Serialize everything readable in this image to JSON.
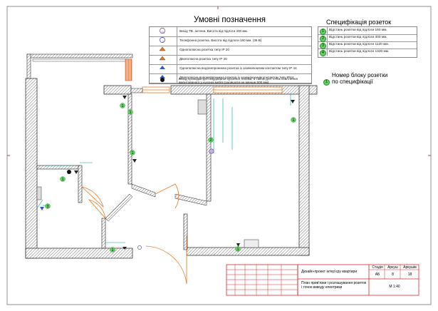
{
  "legend": {
    "title": "Умовні позначення",
    "rows": [
      {
        "symbol": "TV",
        "text": "Вихід ТВ. антени. Висота від підлоги 400 мм."
      },
      {
        "symbol": "T",
        "text": "Телефонна розетка. Висота від підлоги 160 мм. (36 В)"
      },
      {
        "symbol": "",
        "text": "Однополюсна розетка типу IP 20"
      },
      {
        "symbol": "",
        "text": "Двополюсна розетка типу IP 20"
      },
      {
        "symbol": "",
        "text": "Однополюсна водонепроникна розетка із заземлюючим контактом типу IP 44"
      },
      {
        "symbol": "",
        "text": "Двополюсна водонепроникна розетка із заземлюючим контактом типу IP44"
      },
      {
        "symbol": "",
        "text": "Вихід проводки для вбудованої кухонної техніки, а також для точок освітлення вмонтованого у кухонні меблі (залишати не менше 500 мм)"
      }
    ]
  },
  "spec": {
    "title": "Специфікація розеток",
    "rows": [
      {
        "num": "1",
        "text": "Відстань розетки від підлоги 160 мм."
      },
      {
        "num": "2",
        "text": "Відстань розетки від підлоги 400 мм."
      },
      {
        "num": "3",
        "text": "Відстань розетки від підлоги 1120 мм."
      },
      {
        "num": "4",
        "text": "Відстань розетки від підлоги 1320 мм."
      }
    ]
  },
  "block_note": {
    "num": "1",
    "line1": "Номер блоку розетки",
    "line2": "по специфікації"
  },
  "plan_markers": [
    "1",
    "1",
    "1",
    "1",
    "1",
    "2",
    "3",
    "1",
    "1"
  ],
  "title_block": {
    "project": "Дизайн-проект інтер'єру квартири",
    "sheet_title": "План прив'язки і розташування розеток і точок виводу електрики",
    "col_stage": "Стадія",
    "col_sheet": "Аркуш",
    "col_sheets": "Аркушів",
    "stage": "АБ",
    "sheet": "8",
    "sheets": "18",
    "scale": "М 1:40"
  },
  "colors": {
    "wall_hatch": "#555555",
    "door_swing": "#e87722",
    "socket_line": "#00a3a3",
    "marker_fill": "#5fd45f",
    "title_block_red": "#d9262b",
    "frame_magenta": "#b0308a"
  }
}
